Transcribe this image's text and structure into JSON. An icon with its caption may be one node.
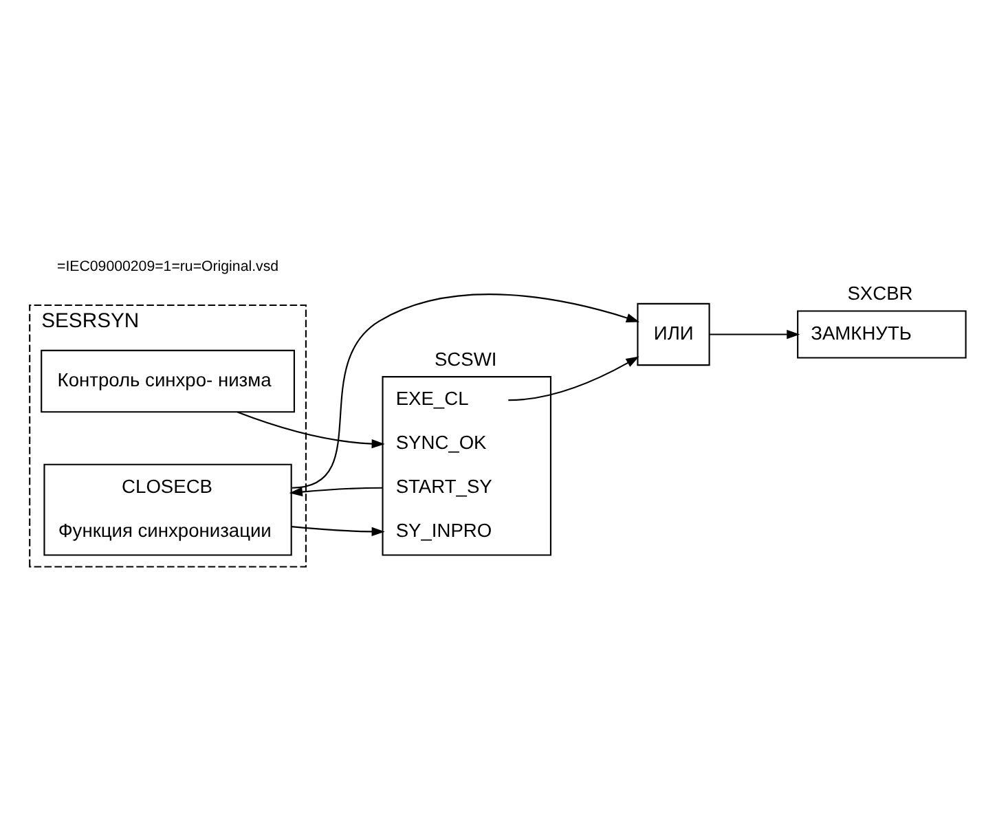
{
  "diagram": {
    "nodes": [
      {
        "text": [
          "SCSWI",
          "EXE_CL",
          "SYNC_OK",
          "START_SY",
          "SY_INPRO"
        ]
      },
      {
        "text": [
          "ИЛИ"
        ]
      },
      {
        "text": [
          "SXCBR",
          "ЗАМКНУТЬ"
        ]
      },
      {
        "text": [
          "SESRSYN"
        ]
      },
      {
        "text": [
          "Контроль синхро- низма"
        ],
        "in": 3
      },
      {
        "text": [
          "CLOSECB",
          "Функция синхронизации"
        ],
        "in": 3
      }
    ],
    "edges": [
      {
        "from": 0,
        "to": 1,
        "arrow": "to"
      },
      {
        "from": 1,
        "to": 2,
        "arrow": "to"
      },
      {
        "from": 5,
        "to": 1,
        "arrow": "to"
      },
      {
        "from": 4,
        "to": 0,
        "arrow": "to"
      },
      {
        "from": 0,
        "to": 5,
        "arrow": "to"
      },
      {
        "from": 5,
        "to": 0,
        "arrow": "to"
      }
    ],
    "labels": [
      "=IEC09000209=1=ru=Original.vsd"
    ]
  }
}
